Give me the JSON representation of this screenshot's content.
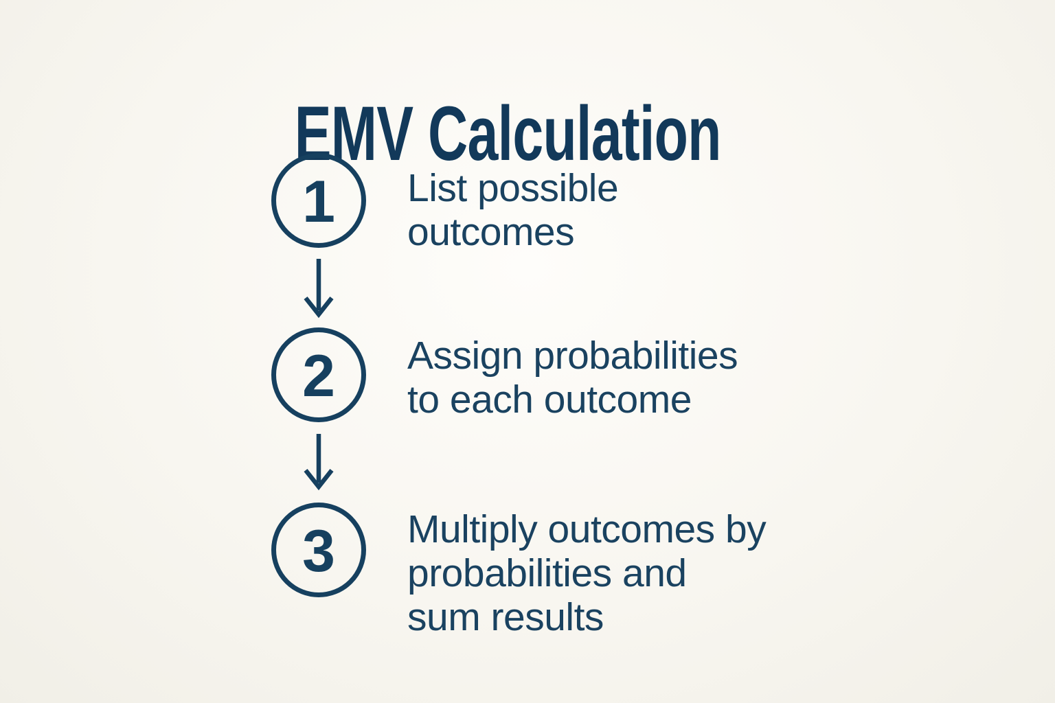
{
  "title": "EMV Calculation",
  "colors": {
    "ink": "#16405f",
    "title_ink": "#12395a",
    "body_ink": "#1a4260",
    "background": "#f8f6f0"
  },
  "icons": {
    "flow_arrow": "arrow-down"
  },
  "steps": [
    {
      "number": "1",
      "lines": [
        "List possible",
        "outcomes"
      ]
    },
    {
      "number": "2",
      "lines": [
        "Assign probabilities",
        "to each outcome"
      ]
    },
    {
      "number": "3",
      "lines": [
        "Multiply outcomes by",
        "probabilities and",
        "sum results"
      ]
    }
  ]
}
